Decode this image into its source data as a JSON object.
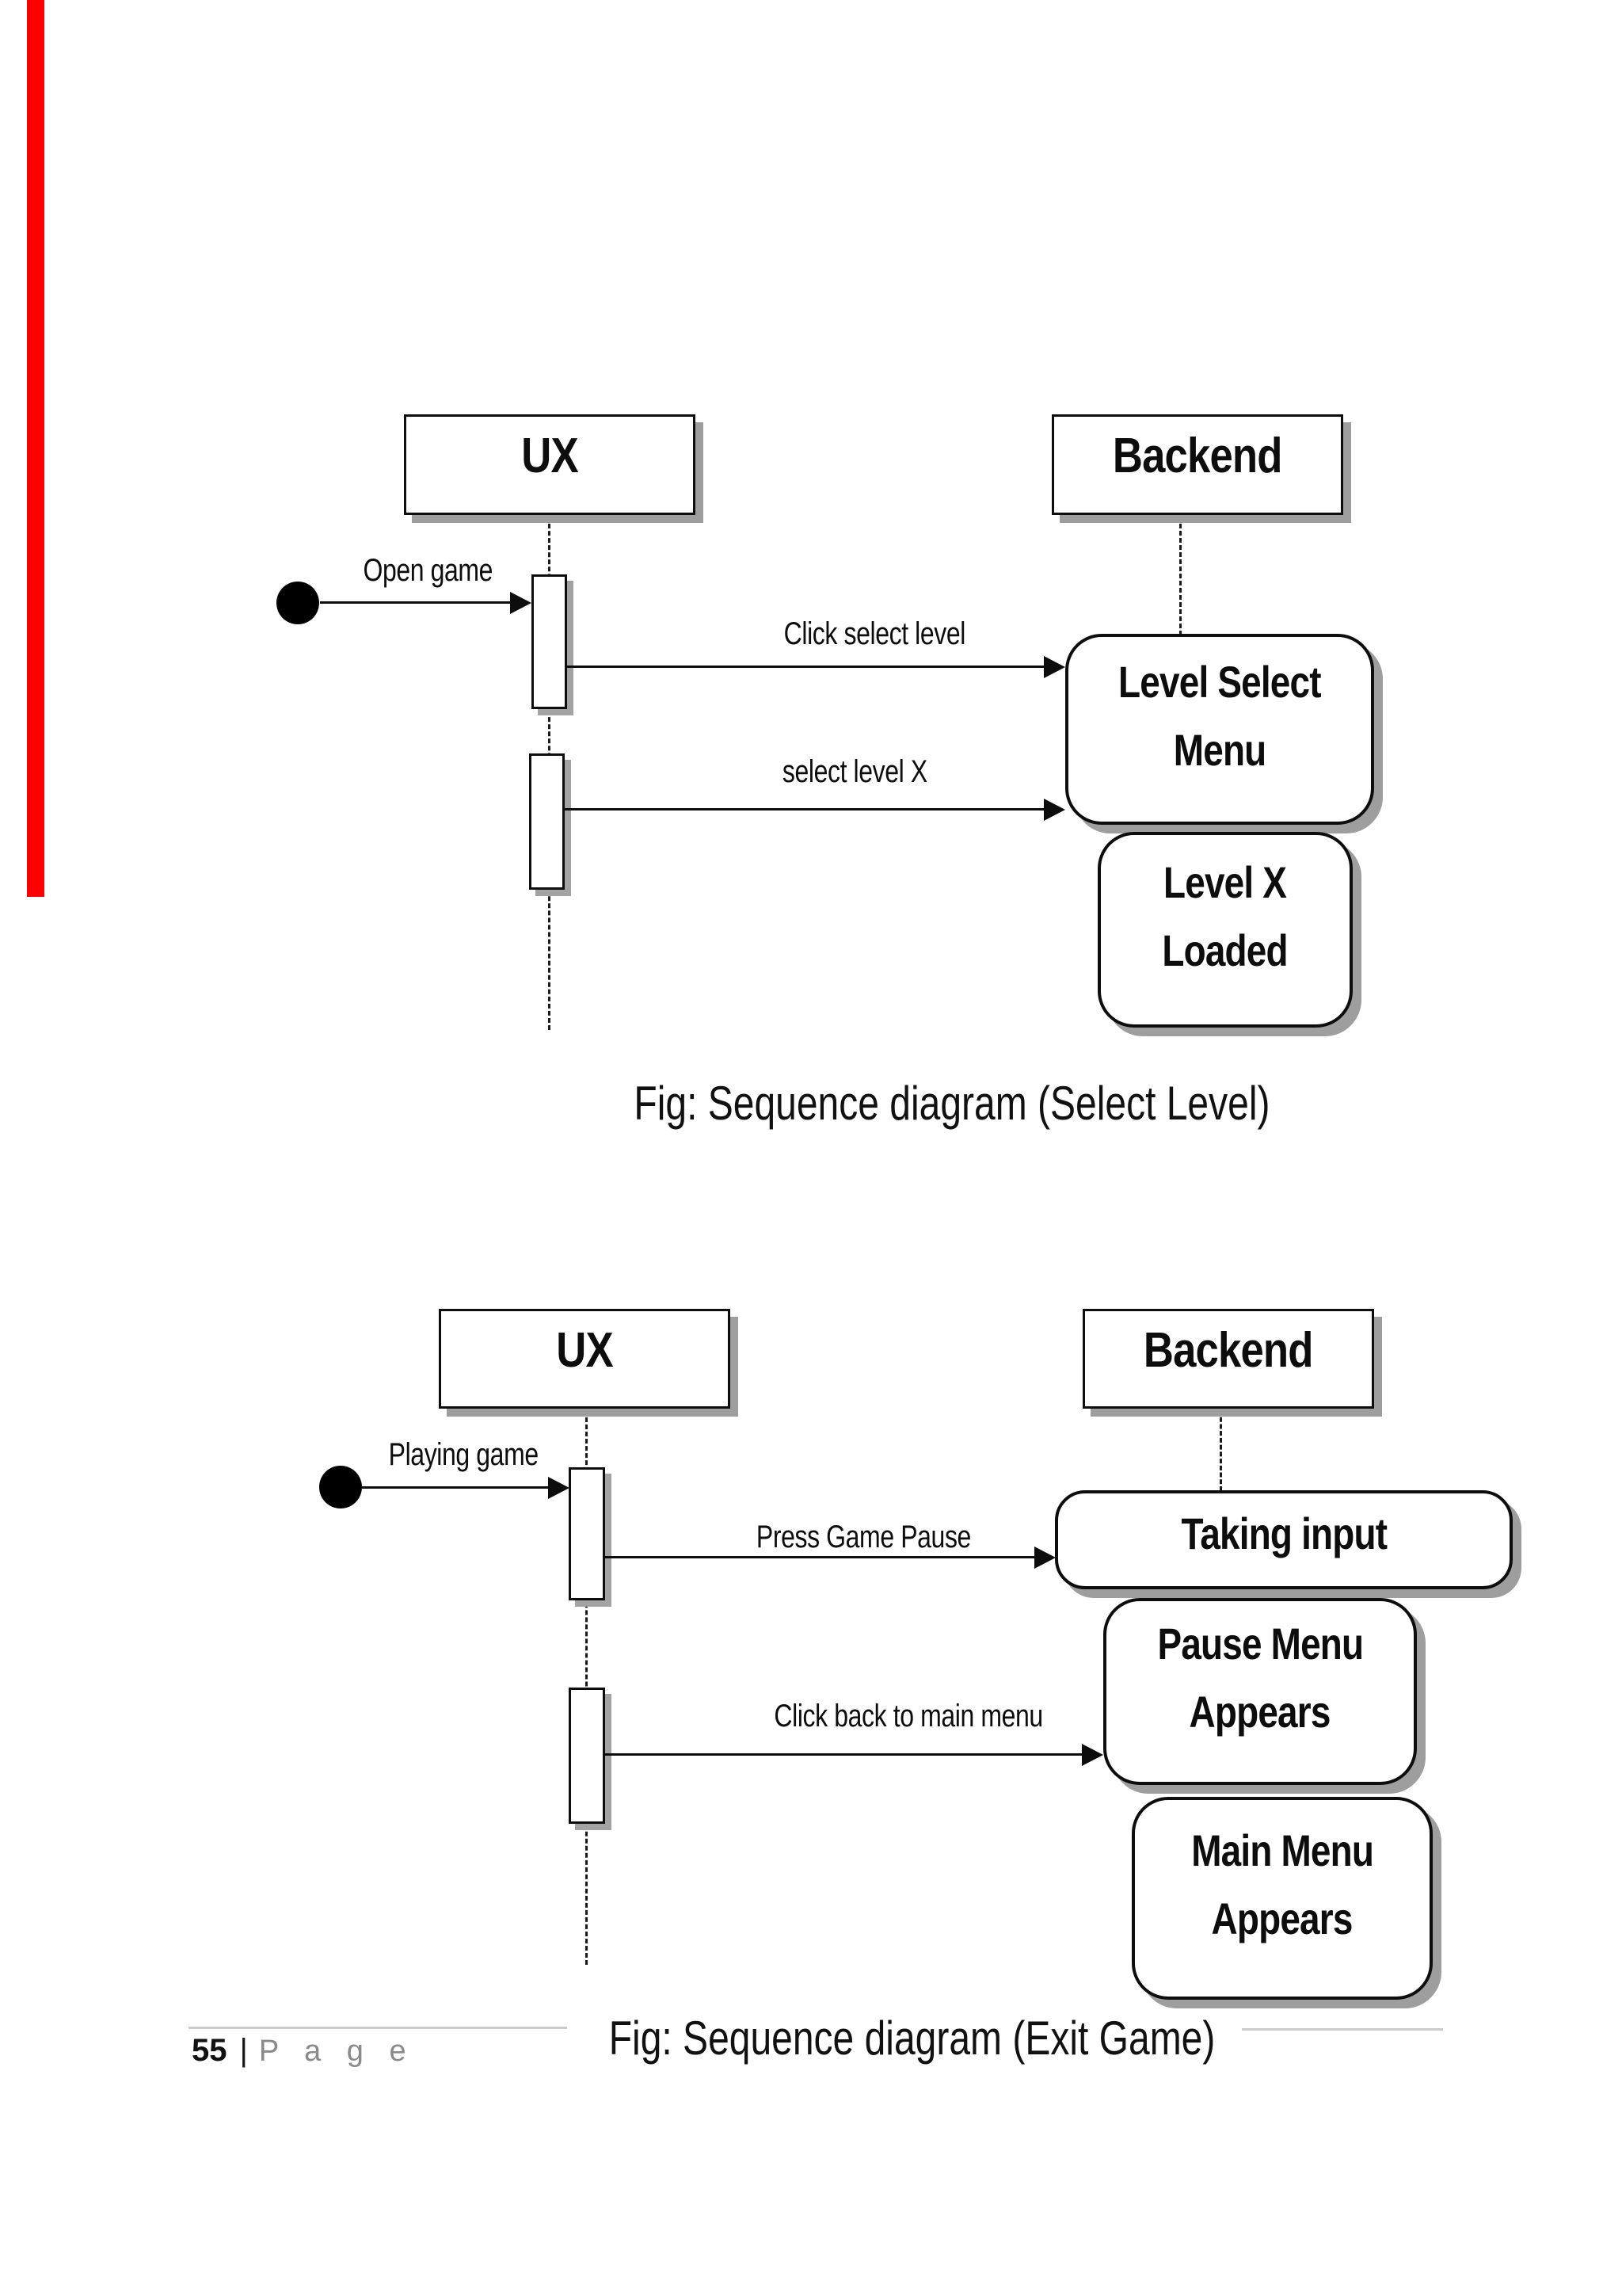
{
  "colors": {
    "background": "#ffffff",
    "ink": "#0d0d0d",
    "shadow_gray": "#9e9e9e",
    "revision_bar_red": "#fe0000",
    "footer_gray": "#8a8a8a",
    "divider_gray": "#cccccc"
  },
  "footer": {
    "page_number": "55",
    "separator": "|",
    "page_word": "P a g e"
  },
  "diagram1": {
    "caption": "Fig: Sequence diagram (Select Level)",
    "ux_label": "UX",
    "backend_label": "Backend",
    "start_label": "Open game",
    "message1": "Click select level",
    "message2": "select level X",
    "node1_line1": "Level Select",
    "node1_line2": "Menu",
    "node2_line1": "Level X",
    "node2_line2": "Loaded"
  },
  "diagram2": {
    "caption": "Fig: Sequence diagram (Exit Game)",
    "ux_label": "UX",
    "backend_label": "Backend",
    "start_label": "Playing game",
    "message1": "Press Game Pause",
    "message2": "Click back to main menu",
    "node1_label": "Taking input",
    "node2_line1": "Pause Menu",
    "node2_line2": "Appears",
    "node3_line1": "Main Menu",
    "node3_line2": "Appears"
  }
}
